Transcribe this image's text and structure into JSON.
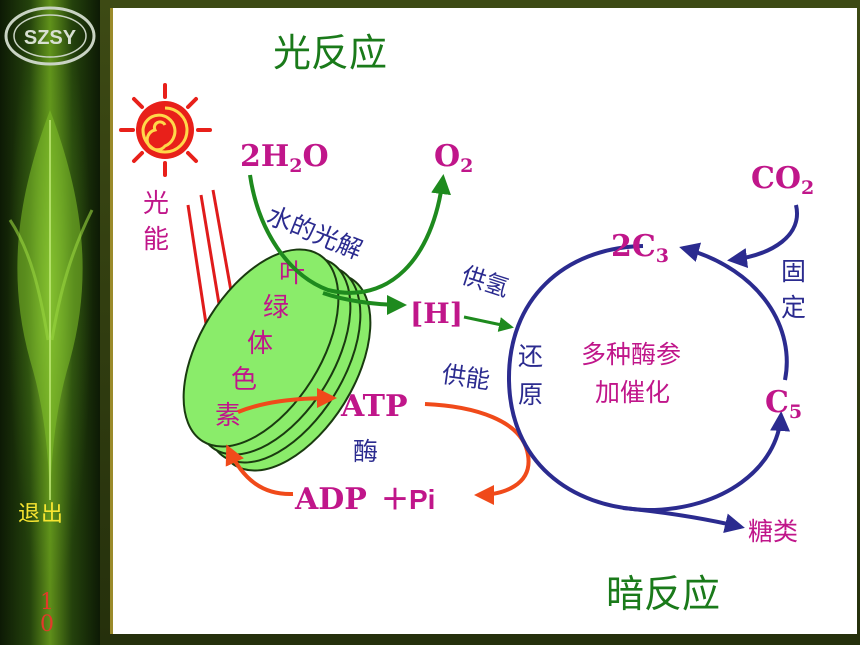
{
  "sidebar": {
    "logo_text": "SZSY",
    "exit_label": "退出",
    "page_number": "1",
    "page_number_cut": "0"
  },
  "diagram": {
    "title_light": "光反应",
    "title_dark": "暗反应",
    "light_energy": [
      "光",
      "能"
    ],
    "water": "2H",
    "water_sub": "2",
    "water_o": "O",
    "oxygen": "O",
    "oxygen_sub": "2",
    "photolysis": "水的光解",
    "chloroplast": [
      "叶",
      "绿",
      "体",
      "色",
      "素"
    ],
    "hydrogen": "[H]",
    "supply_hydrogen": "供氢",
    "supply_energy": "供能",
    "reduction": [
      "还",
      "原"
    ],
    "atp": "ATP",
    "enzyme": "酶",
    "adp": "ADP",
    "pi": "＋Pi",
    "c3": "2C",
    "c3_sub": "3",
    "co2": "CO",
    "co2_sub": "2",
    "fixation": [
      "固",
      "定"
    ],
    "c5": "C",
    "c5_sub": "5",
    "enzymes_note": [
      "多种酶参",
      "加催化"
    ],
    "sugar": "糖类"
  },
  "colors": {
    "title": "#1a7a1a",
    "green_arrow": "#1e8a1e",
    "magenta": "#c0168a",
    "navy": "#2b2b8f",
    "red": "#e01b1b",
    "orange_red": "#f04a1a",
    "sun": "#e8201a",
    "chloroplast": "#8aec6a"
  }
}
